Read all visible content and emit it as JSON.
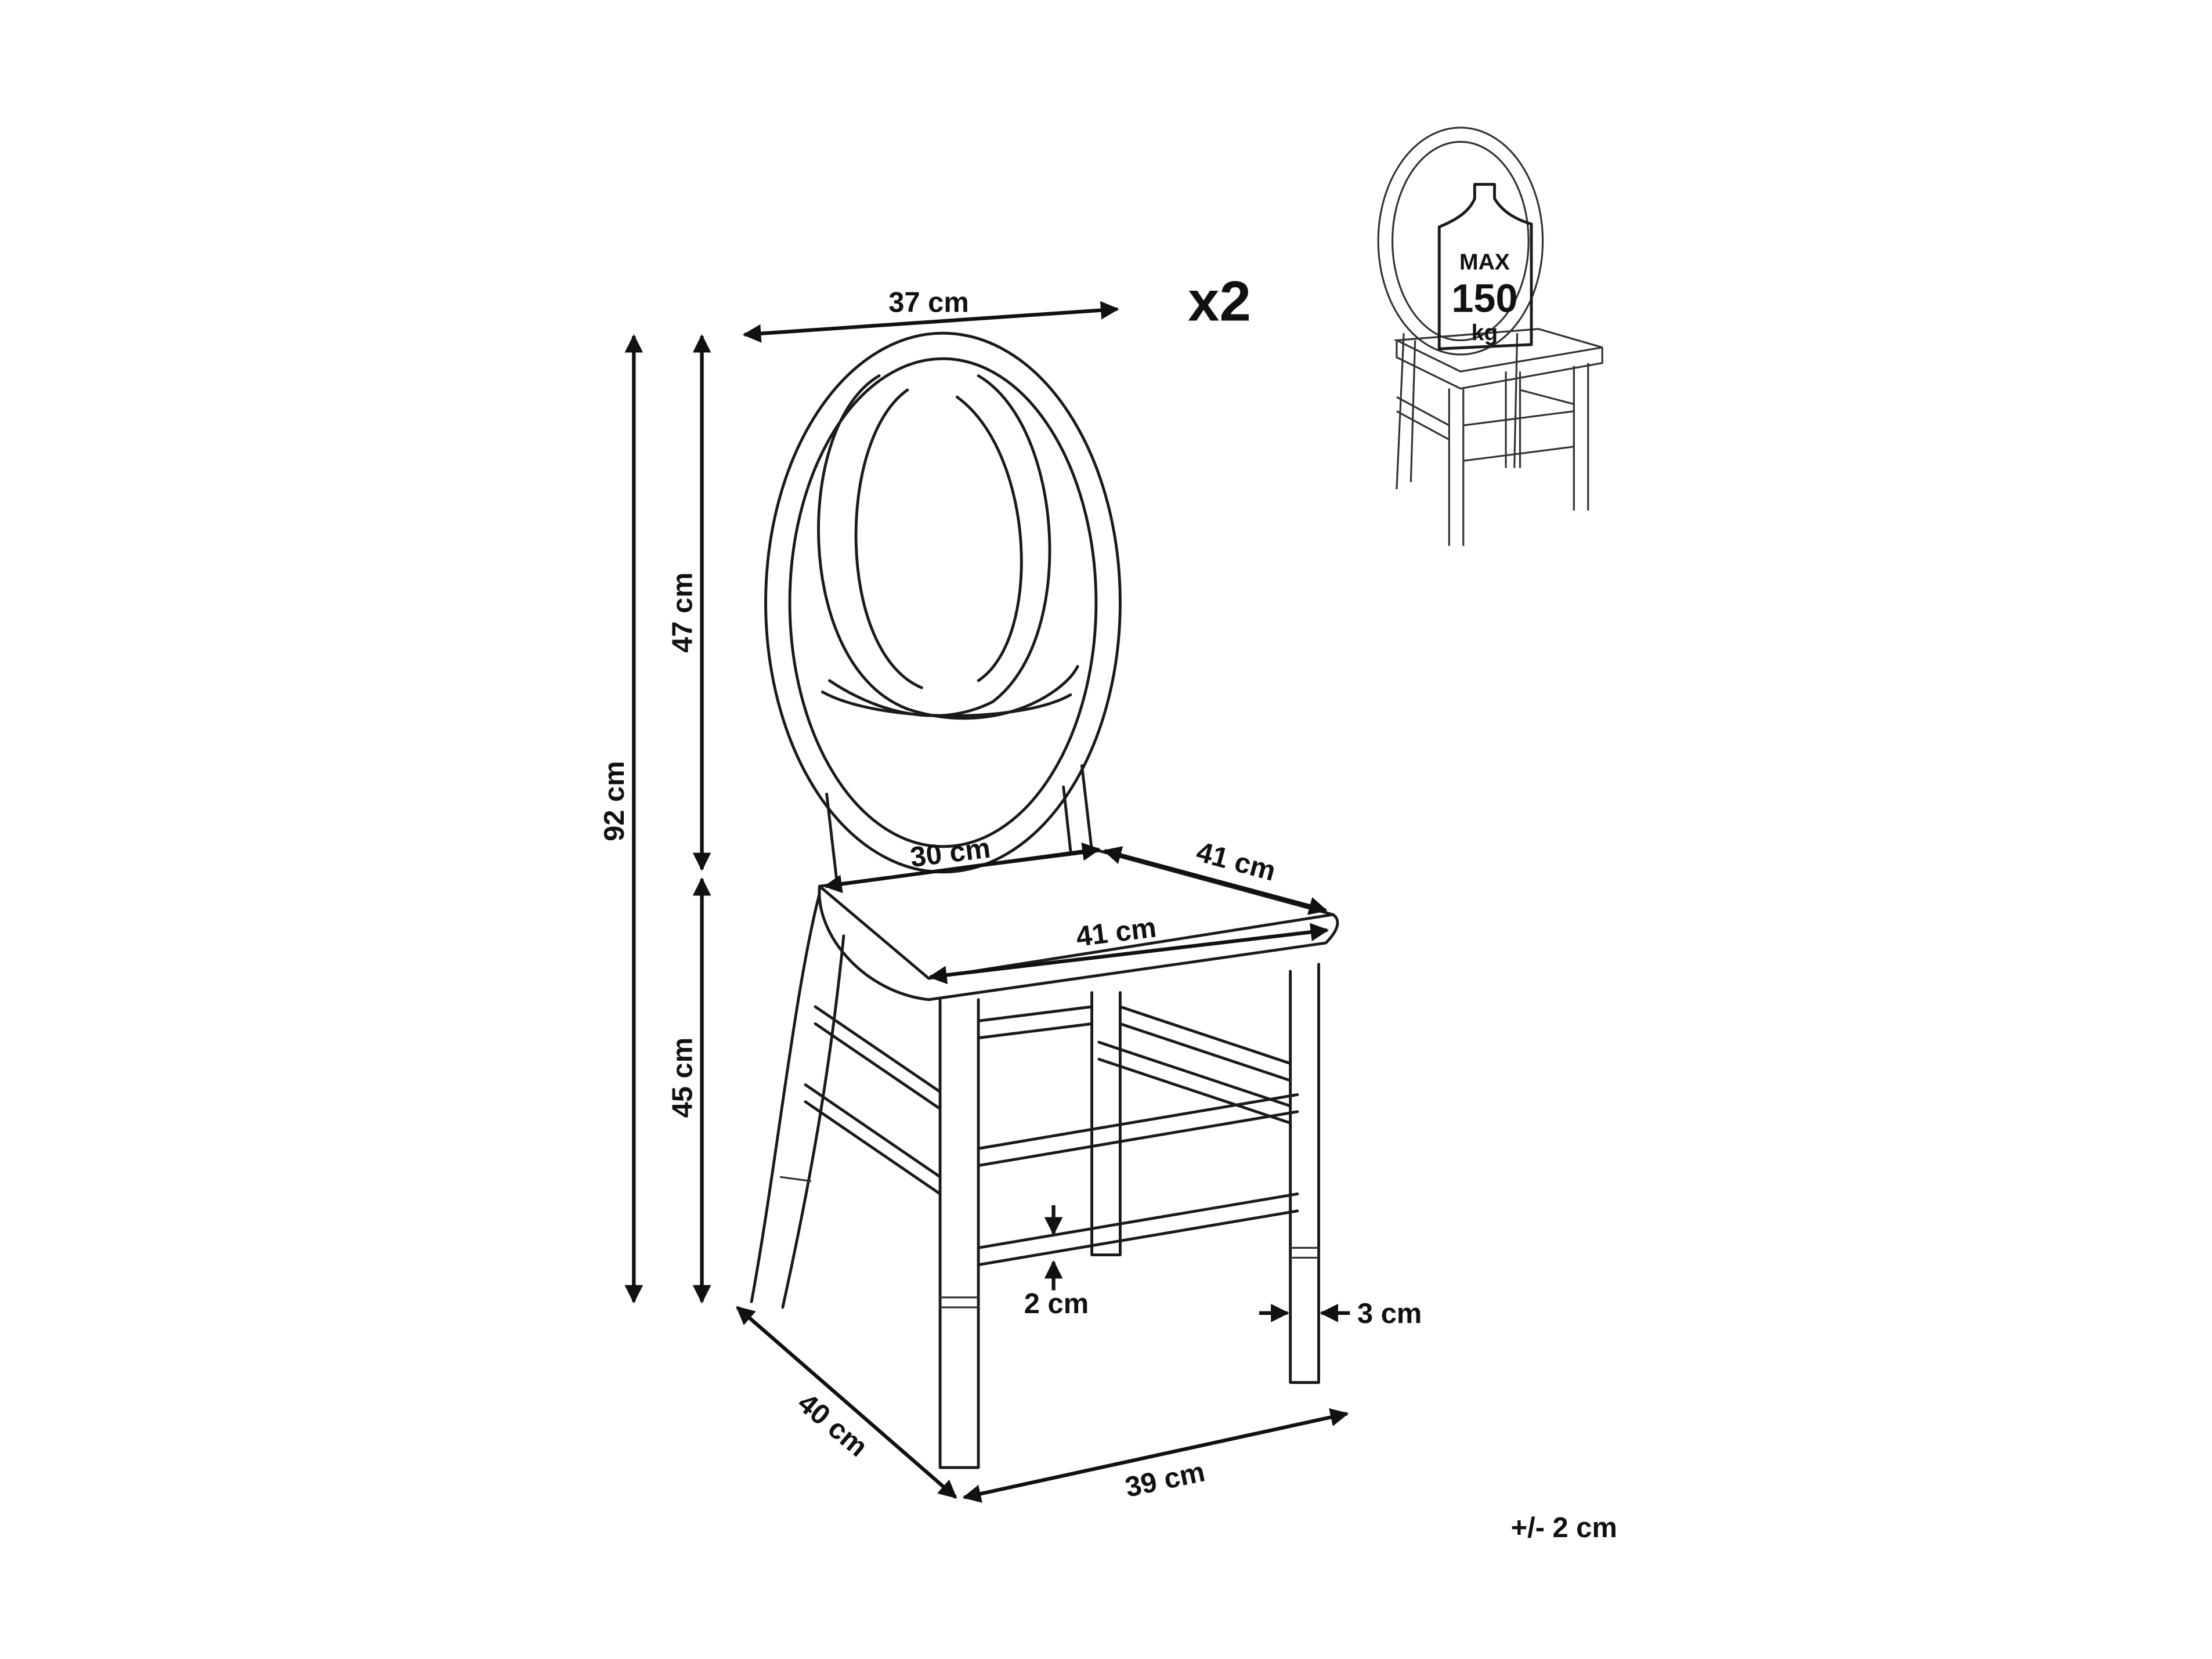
{
  "quantity": "x2",
  "tolerance": "+/- 2 cm",
  "dimensions": {
    "back_width": "37 cm",
    "total_height": "92 cm",
    "back_height": "47 cm",
    "seat_height": "45 cm",
    "seat_back_width": "30 cm",
    "seat_depth": "41 cm",
    "seat_front_width": "41 cm",
    "rung_thickness": "2 cm",
    "leg_thickness": "3 cm",
    "base_depth": "40 cm",
    "base_width": "39 cm"
  },
  "load_badge": {
    "line1": "MAX",
    "line2": "150",
    "line3": "kg"
  }
}
